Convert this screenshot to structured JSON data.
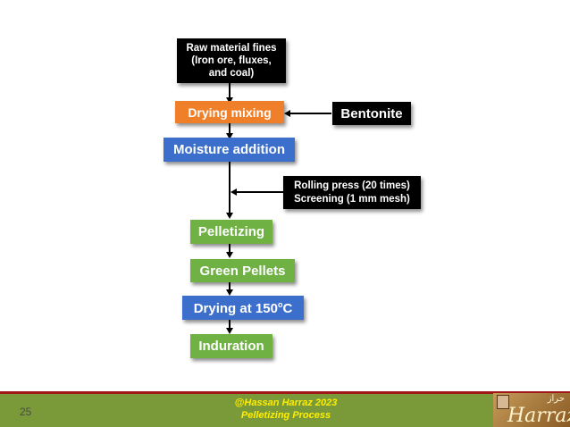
{
  "diagram": {
    "raw_material": "Raw material fines\n(Iron ore, fluxes,\nand  coal)",
    "drying_mixing": "Drying mixing",
    "bentonite": "Bentonite",
    "moisture_addition": "Moisture addition",
    "rolling_press": "Rolling press (20 times)\nScreening (1 mm mesh)",
    "pelletizing": "Pelletizing",
    "green_pellets": "Green Pellets",
    "drying_at": "Drying at 150",
    "drying_sup": "o",
    "drying_unit": "C",
    "induration": "Induration"
  },
  "footer": {
    "page_number": "25",
    "credit_line1": "@Hassan Harraz 2023",
    "credit_line2": "Pelletizing  Process",
    "logo_arabic": "حراز",
    "logo_name": "Harraz"
  },
  "colors": {
    "black": "#000000",
    "orange": "#f07f2a",
    "blue": "#3c6fcb",
    "green": "#6fb143",
    "footer": "#7a9a3a",
    "accent_line": "#a01818",
    "credit_text": "#ffee00"
  }
}
